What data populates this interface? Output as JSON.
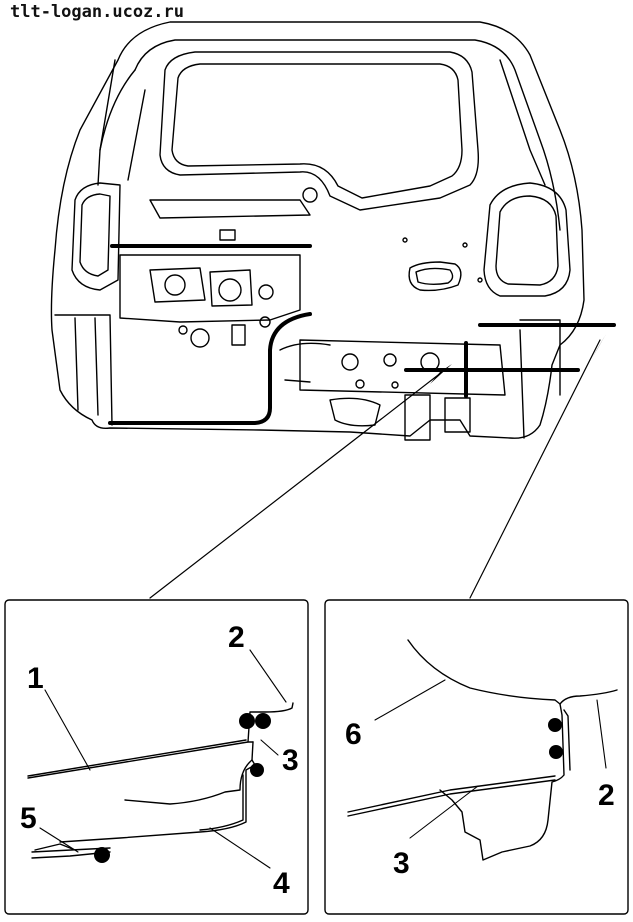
{
  "watermark": "tlt-logan.ucoz.ru",
  "left_detail": {
    "callouts": [
      "1",
      "2",
      "3",
      "4",
      "5"
    ]
  },
  "right_detail": {
    "callouts": [
      "6",
      "2",
      "3"
    ]
  },
  "colors": {
    "line": "#000000",
    "background": "#ffffff"
  }
}
